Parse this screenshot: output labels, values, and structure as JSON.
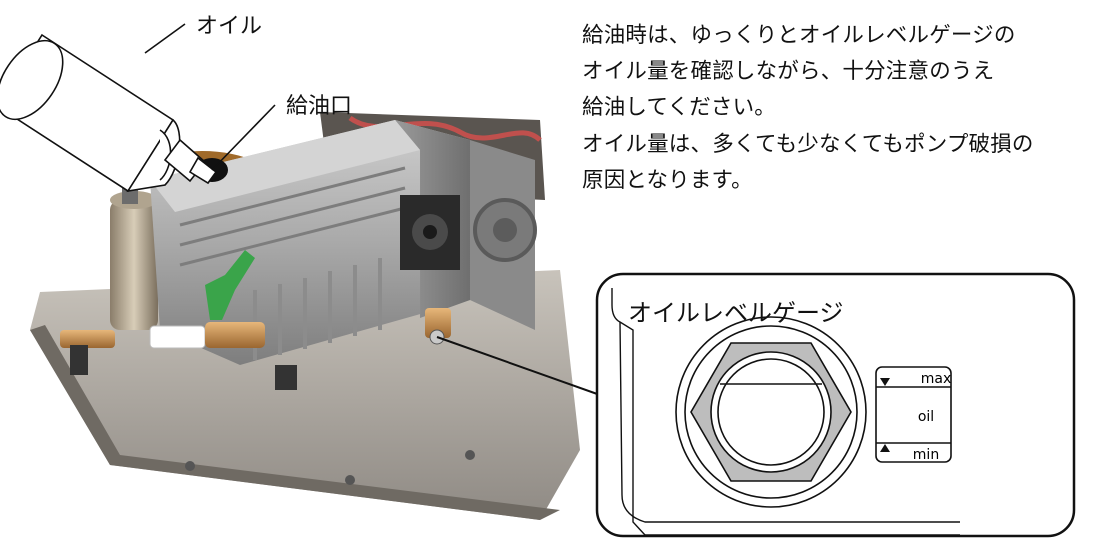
{
  "labels": {
    "oil": "オイル",
    "filler_port": "給油口"
  },
  "instructions": [
    "給油時は、ゆっくりとオイルレベルゲージの",
    "オイル量を確認しながら、十分注意のうえ",
    "給油してください。",
    "オイル量は、多くても少なくてもポンプ破損の",
    "原因となります。"
  ],
  "gauge": {
    "title": "オイルレベルゲージ",
    "scale_max": "max",
    "scale_mid": "oil",
    "scale_min": "min"
  }
}
